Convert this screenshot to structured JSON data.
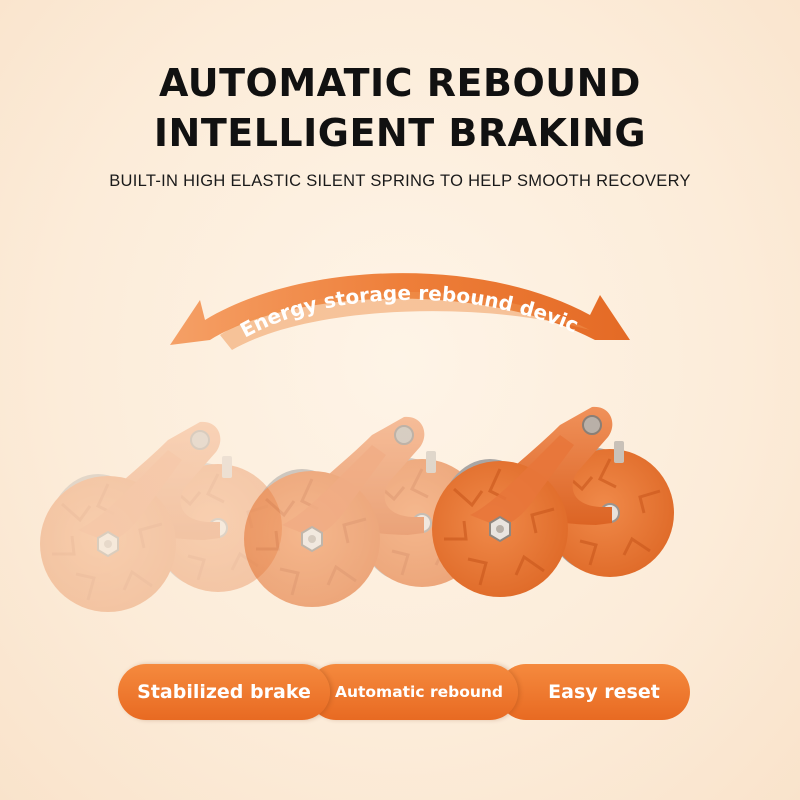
{
  "headline": {
    "line1": "AUTOMATIC REBOUND",
    "line2": "INTELLIGENT BRAKING"
  },
  "subheadline": "BUILT-IN HIGH ELASTIC SILENT SPRING TO HELP SMOOTH RECOVERY",
  "arrow_label": "Energy storage rebound device",
  "features": [
    {
      "label": "Stabilized brake"
    },
    {
      "label": "Automatic rebound"
    },
    {
      "label": "Easy reset"
    }
  ],
  "colors": {
    "background": "#fdefdf",
    "accent_orange": "#e8702a",
    "text_dark": "#111111",
    "pill_text": "#ffffff"
  }
}
